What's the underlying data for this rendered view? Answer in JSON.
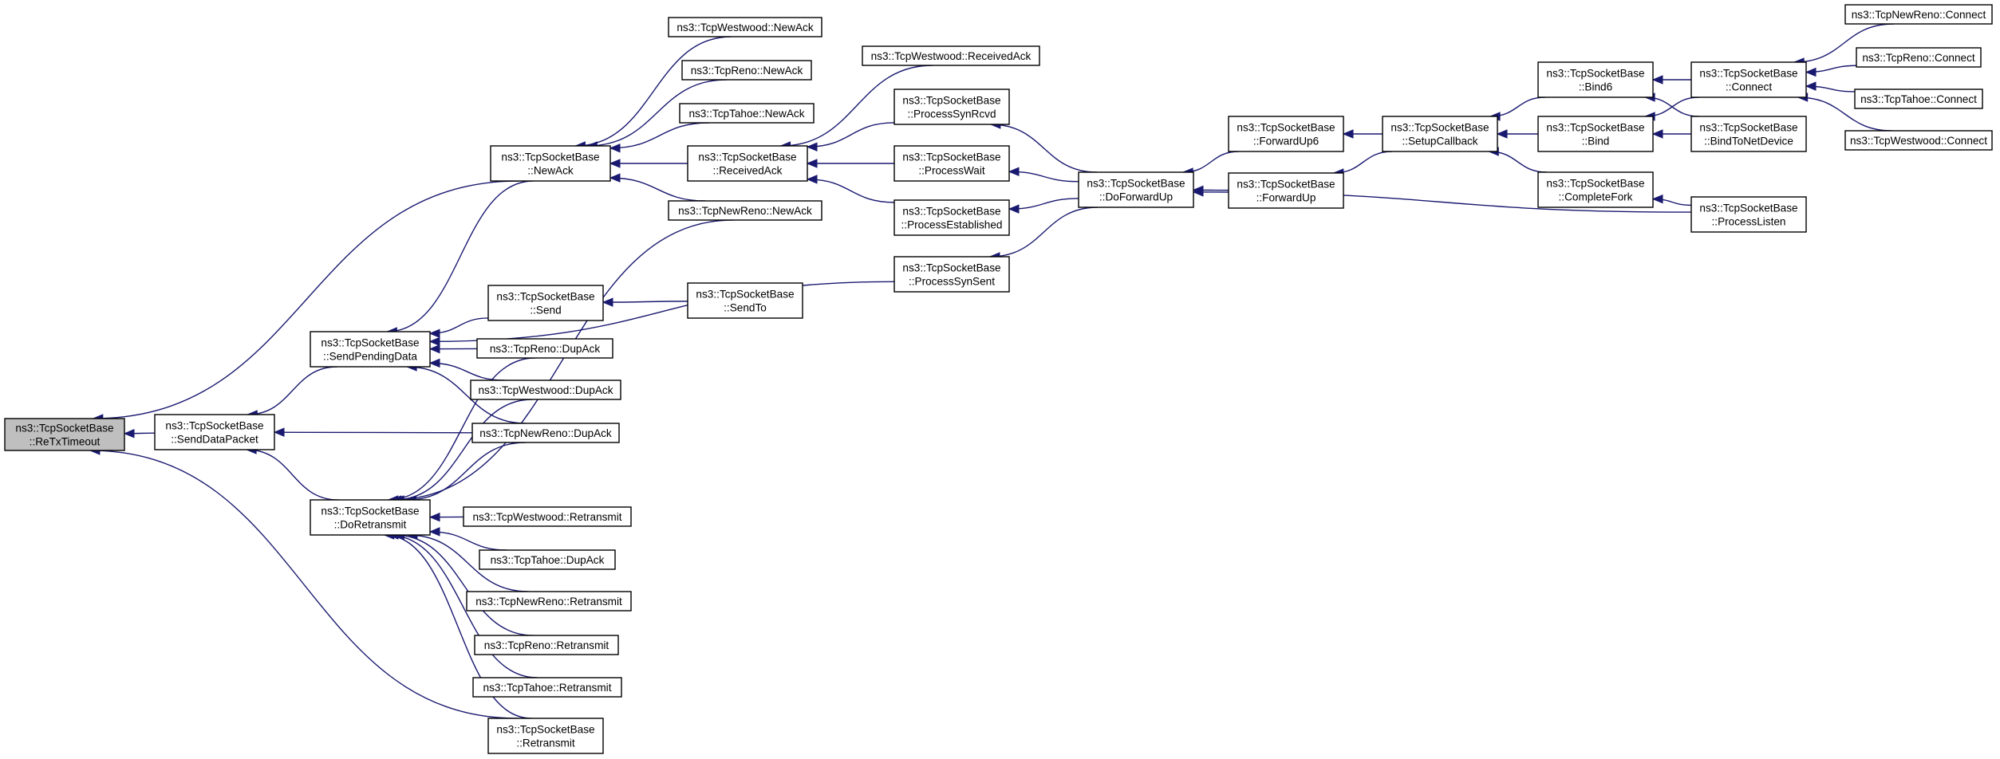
{
  "colors": {
    "edge": "#191970",
    "root_fill": "#bfbfbf",
    "node_fill": "#ffffff",
    "node_border": "#000000"
  },
  "nodes": {
    "retxtimeout": {
      "lines": [
        "ns3::TcpSocketBase",
        "::ReTxTimeout"
      ],
      "root": true
    },
    "senddatapacket": {
      "lines": [
        "ns3::TcpSocketBase",
        "::SendDataPacket"
      ]
    },
    "sendpendingdata": {
      "lines": [
        "ns3::TcpSocketBase",
        "::SendPendingData"
      ]
    },
    "doretransmit": {
      "lines": [
        "ns3::TcpSocketBase",
        "::DoRetransmit"
      ]
    },
    "newack": {
      "lines": [
        "ns3::TcpSocketBase",
        "::NewAck"
      ]
    },
    "retransmit": {
      "lines": [
        "ns3::TcpSocketBase",
        "::Retransmit"
      ]
    },
    "westwood_newack": {
      "lines": [
        "ns3::TcpWestwood::NewAck"
      ]
    },
    "reno_newack": {
      "lines": [
        "ns3::TcpReno::NewAck"
      ]
    },
    "tahoe_newack": {
      "lines": [
        "ns3::TcpTahoe::NewAck"
      ]
    },
    "receivedack": {
      "lines": [
        "ns3::TcpSocketBase",
        "::ReceivedAck"
      ]
    },
    "newreno_newack": {
      "lines": [
        "ns3::TcpNewReno::NewAck"
      ]
    },
    "send": {
      "lines": [
        "ns3::TcpSocketBase",
        "::Send"
      ]
    },
    "reno_dupack": {
      "lines": [
        "ns3::TcpReno::DupAck"
      ]
    },
    "westwood_dupack": {
      "lines": [
        "ns3::TcpWestwood::DupAck"
      ]
    },
    "newreno_dupack": {
      "lines": [
        "ns3::TcpNewReno::DupAck"
      ]
    },
    "westwood_retransmit": {
      "lines": [
        "ns3::TcpWestwood::Retransmit"
      ]
    },
    "tahoe_dupack": {
      "lines": [
        "ns3::TcpTahoe::DupAck"
      ]
    },
    "newreno_retransmit": {
      "lines": [
        "ns3::TcpNewReno::Retransmit"
      ]
    },
    "reno_retransmit": {
      "lines": [
        "ns3::TcpReno::Retransmit"
      ]
    },
    "tahoe_retransmit": {
      "lines": [
        "ns3::TcpTahoe::Retransmit"
      ]
    },
    "westwood_receivedack": {
      "lines": [
        "ns3::TcpWestwood::ReceivedAck"
      ]
    },
    "processsynrcvd": {
      "lines": [
        "ns3::TcpSocketBase",
        "::ProcessSynRcvd"
      ]
    },
    "processwait": {
      "lines": [
        "ns3::TcpSocketBase",
        "::ProcessWait"
      ]
    },
    "processestablished": {
      "lines": [
        "ns3::TcpSocketBase",
        "::ProcessEstablished"
      ]
    },
    "processsynsent": {
      "lines": [
        "ns3::TcpSocketBase",
        "::ProcessSynSent"
      ]
    },
    "sendto": {
      "lines": [
        "ns3::TcpSocketBase",
        "::SendTo"
      ]
    },
    "doforwardup": {
      "lines": [
        "ns3::TcpSocketBase",
        "::DoForwardUp"
      ]
    },
    "forwardup6": {
      "lines": [
        "ns3::TcpSocketBase",
        "::ForwardUp6"
      ]
    },
    "forwardup": {
      "lines": [
        "ns3::TcpSocketBase",
        "::ForwardUp"
      ]
    },
    "setupcallback": {
      "lines": [
        "ns3::TcpSocketBase",
        "::SetupCallback"
      ]
    },
    "bind6": {
      "lines": [
        "ns3::TcpSocketBase",
        "::Bind6"
      ]
    },
    "bind": {
      "lines": [
        "ns3::TcpSocketBase",
        "::Bind"
      ]
    },
    "completefork": {
      "lines": [
        "ns3::TcpSocketBase",
        "::CompleteFork"
      ]
    },
    "connect": {
      "lines": [
        "ns3::TcpSocketBase",
        "::Connect"
      ]
    },
    "bindtonetdevice": {
      "lines": [
        "ns3::TcpSocketBase",
        "::BindToNetDevice"
      ]
    },
    "processlisten": {
      "lines": [
        "ns3::TcpSocketBase",
        "::ProcessListen"
      ]
    },
    "newreno_connect": {
      "lines": [
        "ns3::TcpNewReno::Connect"
      ]
    },
    "reno_connect": {
      "lines": [
        "ns3::TcpReno::Connect"
      ]
    },
    "tahoe_connect": {
      "lines": [
        "ns3::TcpTahoe::Connect"
      ]
    },
    "westwood_connect": {
      "lines": [
        "ns3::TcpWestwood::Connect"
      ]
    }
  },
  "edges": [
    [
      "senddatapacket",
      "retxtimeout"
    ],
    [
      "newack",
      "retxtimeout"
    ],
    [
      "retransmit",
      "retxtimeout"
    ],
    [
      "sendpendingdata",
      "senddatapacket"
    ],
    [
      "doretransmit",
      "senddatapacket"
    ],
    [
      "newreno_dupack",
      "senddatapacket"
    ],
    [
      "newack",
      "sendpendingdata"
    ],
    [
      "send",
      "sendpendingdata"
    ],
    [
      "reno_dupack",
      "sendpendingdata"
    ],
    [
      "westwood_dupack",
      "sendpendingdata"
    ],
    [
      "newreno_dupack",
      "sendpendingdata"
    ],
    [
      "processsynsent",
      "sendpendingdata"
    ],
    [
      "reno_dupack",
      "doretransmit"
    ],
    [
      "westwood_dupack",
      "doretransmit"
    ],
    [
      "newreno_dupack",
      "doretransmit"
    ],
    [
      "newreno_newack",
      "doretransmit"
    ],
    [
      "westwood_retransmit",
      "doretransmit"
    ],
    [
      "tahoe_dupack",
      "doretransmit"
    ],
    [
      "newreno_retransmit",
      "doretransmit"
    ],
    [
      "reno_retransmit",
      "doretransmit"
    ],
    [
      "tahoe_retransmit",
      "doretransmit"
    ],
    [
      "retransmit",
      "doretransmit"
    ],
    [
      "westwood_newack",
      "newack"
    ],
    [
      "reno_newack",
      "newack"
    ],
    [
      "tahoe_newack",
      "newack"
    ],
    [
      "receivedack",
      "newack"
    ],
    [
      "newreno_newack",
      "newack"
    ],
    [
      "westwood_receivedack",
      "receivedack"
    ],
    [
      "processsynrcvd",
      "receivedack"
    ],
    [
      "processwait",
      "receivedack"
    ],
    [
      "processestablished",
      "receivedack"
    ],
    [
      "sendto",
      "send"
    ],
    [
      "doforwardup",
      "processsynrcvd"
    ],
    [
      "doforwardup",
      "processwait"
    ],
    [
      "doforwardup",
      "processestablished"
    ],
    [
      "doforwardup",
      "processsynsent"
    ],
    [
      "forwardup6",
      "doforwardup"
    ],
    [
      "forwardup",
      "doforwardup"
    ],
    [
      "processlisten",
      "doforwardup"
    ],
    [
      "setupcallback",
      "forwardup6"
    ],
    [
      "setupcallback",
      "forwardup"
    ],
    [
      "bind6",
      "setupcallback"
    ],
    [
      "bind",
      "setupcallback"
    ],
    [
      "completefork",
      "setupcallback"
    ],
    [
      "connect",
      "bind6"
    ],
    [
      "bindtonetdevice",
      "bind6"
    ],
    [
      "connect",
      "bind"
    ],
    [
      "bindtonetdevice",
      "bind"
    ],
    [
      "processlisten",
      "completefork"
    ],
    [
      "newreno_connect",
      "connect"
    ],
    [
      "reno_connect",
      "connect"
    ],
    [
      "tahoe_connect",
      "connect"
    ],
    [
      "westwood_connect",
      "connect"
    ]
  ]
}
